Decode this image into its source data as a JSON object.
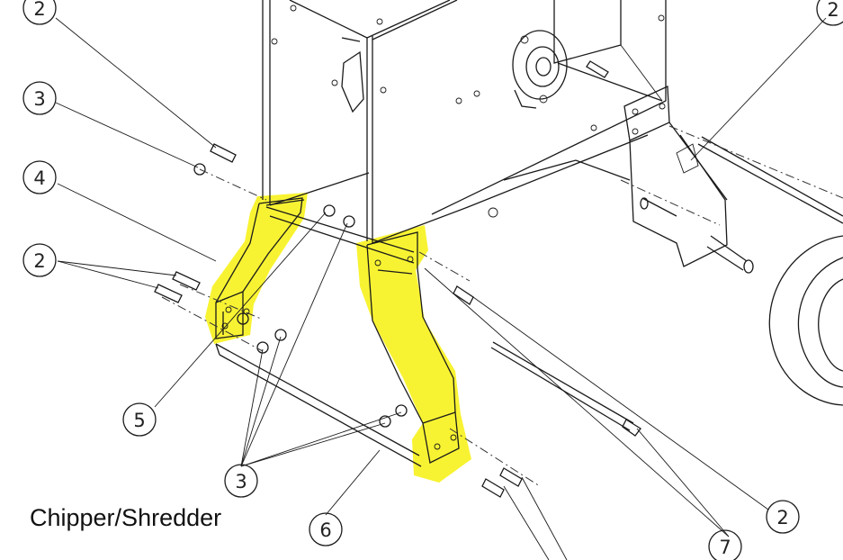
{
  "caption": "Chipper/Shredder",
  "highlight_color": "#f7f21c",
  "callouts": [
    {
      "id": "c1",
      "label": "2"
    },
    {
      "id": "c2",
      "label": "3"
    },
    {
      "id": "c3",
      "label": "4"
    },
    {
      "id": "c4",
      "label": "2"
    },
    {
      "id": "c5",
      "label": "5"
    },
    {
      "id": "c6",
      "label": "3"
    },
    {
      "id": "c7",
      "label": "6"
    },
    {
      "id": "c8",
      "label": "2"
    },
    {
      "id": "c9",
      "label": "7"
    },
    {
      "id": "c10",
      "label": "2"
    }
  ]
}
